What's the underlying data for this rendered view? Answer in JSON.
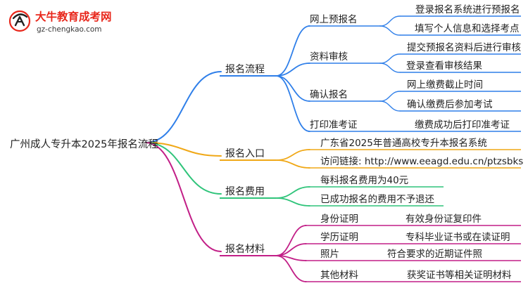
{
  "logo": {
    "title": "大牛教育成考网",
    "url": "gz-chengkao.com"
  },
  "root": "广州成人专升本2025年报名流程",
  "colors": {
    "blue": "#2f7fe9",
    "orange": "#f0a817",
    "green": "#2fc47a",
    "magenta": "#c21f87"
  },
  "branches": [
    {
      "label": "报名流程",
      "children": [
        {
          "label": "网上预报名",
          "children": [
            "登录报名系统进行预报名",
            "填写个人信息和选择考点"
          ]
        },
        {
          "label": "资料审核",
          "children": [
            "提交预报名资料后进行审核",
            "登录查看审核结果"
          ]
        },
        {
          "label": "确认报名",
          "children": [
            "网上缴费截止时间",
            "确认缴费后参加考试"
          ]
        },
        {
          "label": "打印准考证",
          "children": [
            "缴费成功后打印准考证"
          ]
        }
      ]
    },
    {
      "label": "报名入口",
      "children": [
        {
          "label": "广东省2025年普通高校专升本报名系统"
        },
        {
          "label": "访问链接: http://www.eeagd.edu.cn/ptzsbks"
        }
      ]
    },
    {
      "label": "报名费用",
      "children": [
        {
          "label": "每科报名费用为40元"
        },
        {
          "label": "已成功报名的费用不予退还"
        }
      ]
    },
    {
      "label": "报名材料",
      "children": [
        {
          "label": "身份证明",
          "children": [
            "有效身份证复印件"
          ]
        },
        {
          "label": "学历证明",
          "children": [
            "专科毕业证书或在读证明"
          ]
        },
        {
          "label": "照片",
          "children": [
            "符合要求的近期证件照"
          ]
        },
        {
          "label": "其他材料",
          "children": [
            "获奖证书等相关证明材料"
          ]
        }
      ]
    }
  ]
}
